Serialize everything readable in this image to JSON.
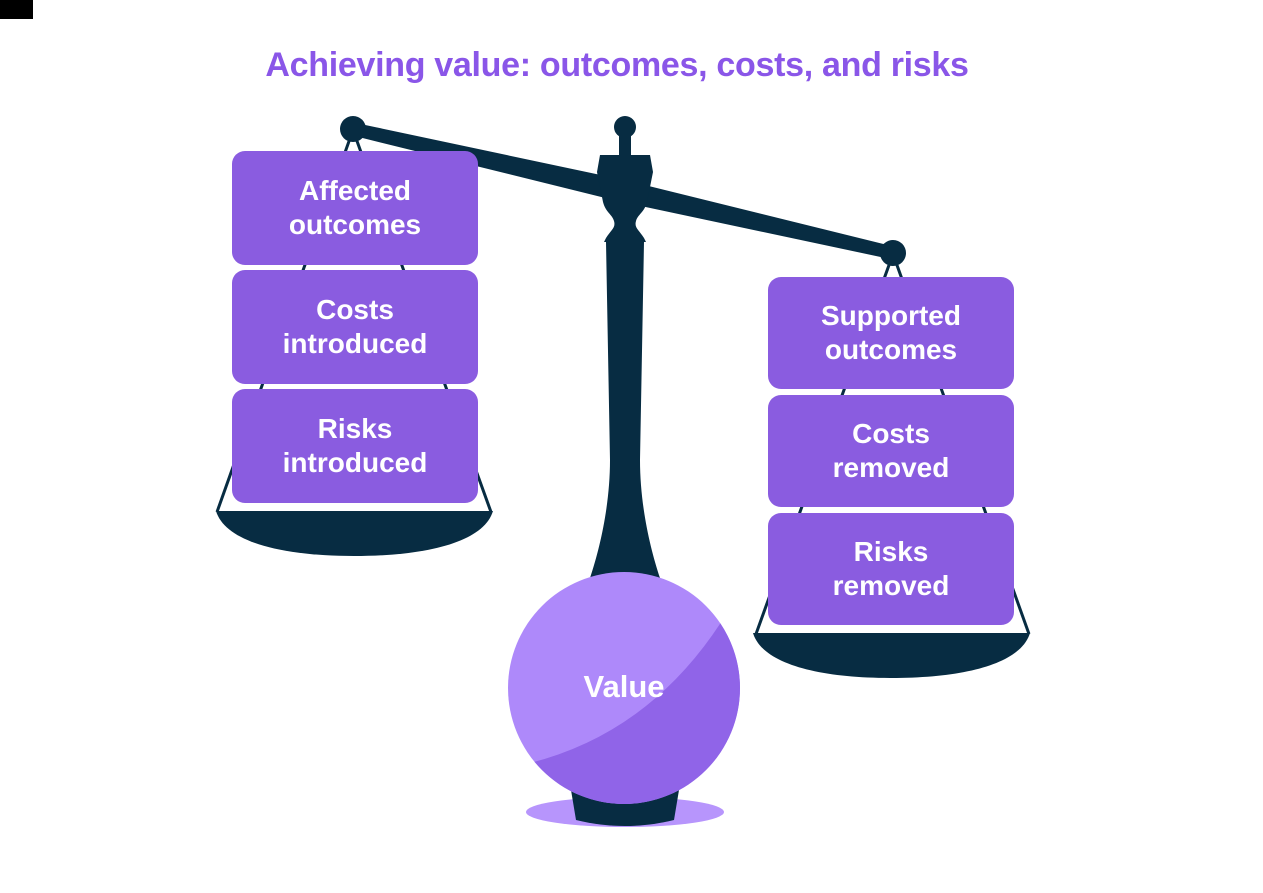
{
  "title": {
    "text": "Achieving value: outcomes, costs, and risks",
    "color": "#8a56e8"
  },
  "colors": {
    "navy": "#072c42",
    "box_purple": "#8a5ce0",
    "sphere_light": "#ae89fa",
    "sphere_shade": "#9064e8",
    "shadow_purple": "#b795fc",
    "box_text": "#ffffff",
    "corner_mark": "#000000",
    "background": "#ffffff"
  },
  "left_stack": {
    "boxes": [
      {
        "line1": "Affected",
        "line2": "outcomes"
      },
      {
        "line1": "Costs",
        "line2": "introduced"
      },
      {
        "line1": "Risks",
        "line2": "introduced"
      }
    ]
  },
  "right_stack": {
    "boxes": [
      {
        "line1": "Supported",
        "line2": "outcomes"
      },
      {
        "line1": "Costs",
        "line2": "removed"
      },
      {
        "line1": "Risks",
        "line2": "removed"
      }
    ]
  },
  "sphere": {
    "label": "Value"
  }
}
